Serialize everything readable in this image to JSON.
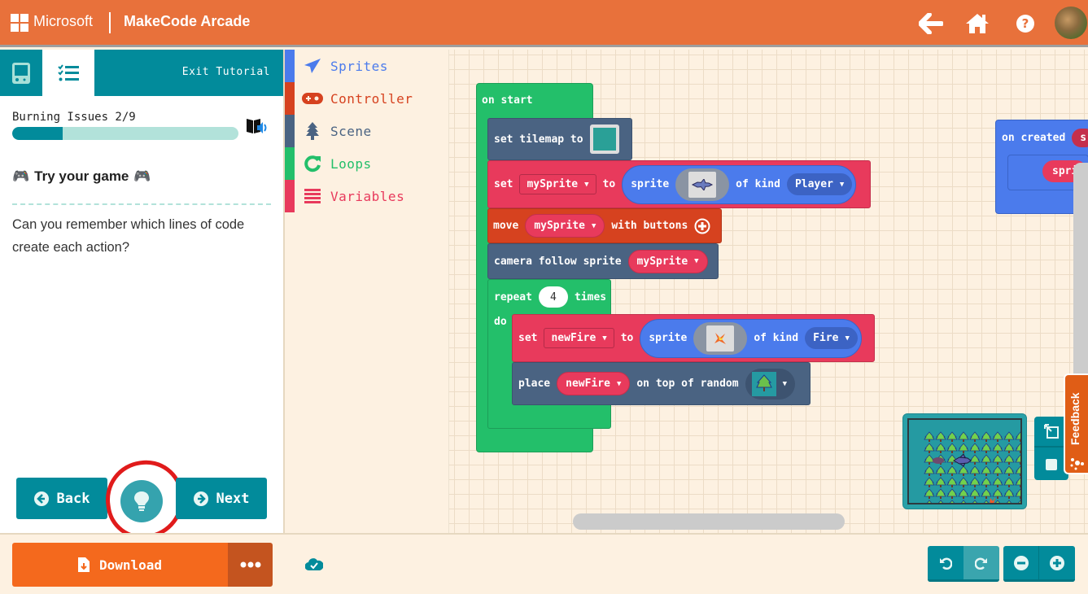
{
  "header": {
    "brand": "Microsoft",
    "app_title": "MakeCode Arcade",
    "icons": [
      "back-arrow-icon",
      "home-icon",
      "help-icon",
      "user-avatar"
    ]
  },
  "tutorial": {
    "tabs": [
      {
        "name": "simulator-tab",
        "icon": "gamepad-device-icon",
        "active": false
      },
      {
        "name": "steps-tab",
        "icon": "checklist-icon",
        "active": true
      }
    ],
    "exit_label": "Exit Tutorial",
    "step_title": "Burning Issues 2/9",
    "current_step": 2,
    "total_steps": 9,
    "progress_pct": 22,
    "heading": "Try your game",
    "heading_icon": "🎮",
    "body": "Can you remember which lines of code create each action?",
    "back_label": "Back",
    "next_label": "Next",
    "hint_icon": "lightbulb-icon"
  },
  "toolbox": {
    "categories": [
      {
        "label": "Sprites",
        "color": "#4b7bec",
        "icon": "paper-plane-icon"
      },
      {
        "label": "Controller",
        "color": "#d6421f",
        "icon": "gamepad-icon"
      },
      {
        "label": "Scene",
        "color": "#4a6382",
        "icon": "tree-icon"
      },
      {
        "label": "Loops",
        "color": "#23bf6a",
        "icon": "refresh-icon"
      },
      {
        "label": "Variables",
        "color": "#e83a5c",
        "icon": "list-icon"
      }
    ]
  },
  "blocks": {
    "on_start": "on start",
    "set_tilemap": "set tilemap to",
    "set_kw": "set",
    "to_kw": "to",
    "sprite_kw": "sprite",
    "of_kind": "of kind",
    "var_mysprite": "mySprite",
    "kind_player": "Player",
    "move_kw": "move",
    "with_buttons": "with buttons",
    "camera_follow": "camera follow sprite",
    "repeat_kw": "repeat",
    "repeat_count": "4",
    "times_kw": "times",
    "do_kw": "do",
    "var_newfire": "newFire",
    "kind_fire": "Fire",
    "place_kw": "place",
    "on_top_random": "on top of random",
    "on_created": "on created",
    "on_created_arg": "s",
    "on_created_inner": "spri"
  },
  "simulator": {
    "controls": [
      "fullscreen-icon",
      "stop-icon"
    ]
  },
  "feedback_label": "Feedback",
  "footer": {
    "download_label": "Download",
    "more_icon": "ellipsis-icon",
    "cloud_status": "cloud-saved-icon",
    "controls": [
      "undo-icon",
      "redo-icon",
      "zoom-out-icon",
      "zoom-in-icon"
    ]
  }
}
